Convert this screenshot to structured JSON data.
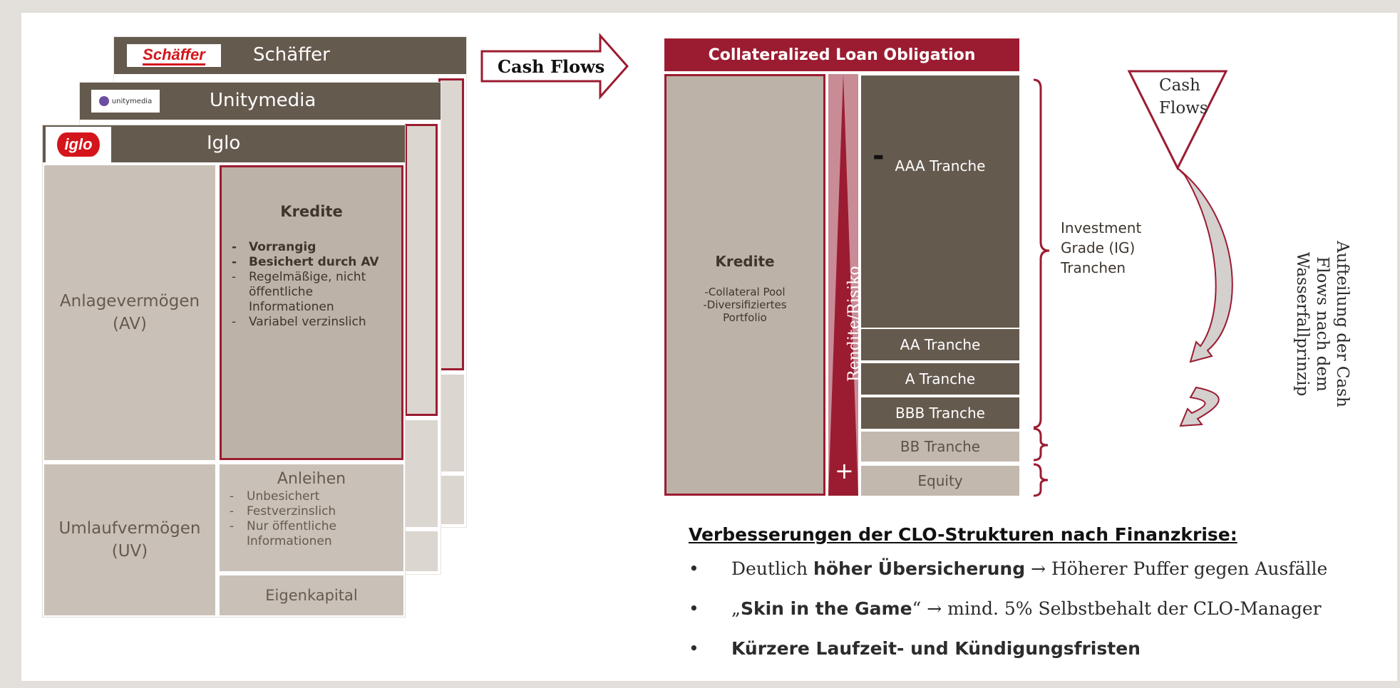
{
  "cards": {
    "schaeffer": {
      "logo": "Schäffer",
      "title": "Schäffer"
    },
    "unitymedia": {
      "logo": "unitymedia",
      "title": "Unitymedia"
    },
    "iglo": {
      "logo": "iglo",
      "title": "Iglo",
      "av_label": "Anlagevermögen (AV)",
      "uv_label": "Umlaufvermögen (UV)",
      "kredite": {
        "title": "Kredite",
        "items": [
          "Vorrangig",
          "Besichert durch AV",
          "Regelmäßige, nicht öffentliche Informationen",
          "Variabel verzinslich"
        ]
      },
      "anleihen": {
        "title": "Anleihen",
        "items": [
          "Unbesichert",
          "Festverzinslich",
          "Nur öffentliche Informationen"
        ]
      },
      "eigenkapital": "Eigenkapital"
    }
  },
  "cash_flows_arrow": "Cash Flows",
  "clo": {
    "title": "Collateralized Loan Obligation",
    "pool": {
      "title": "Kredite",
      "lines": [
        "-Collateral Pool",
        "-Diversifiziertes",
        "Portfolio"
      ]
    },
    "risk_bar": {
      "label": "Rendite/Risiko",
      "minus": "-",
      "plus": "+"
    },
    "tranches": [
      "AAA Tranche",
      "AA Tranche",
      "A Tranche",
      "BBB Tranche",
      "BB Tranche",
      "Equity"
    ],
    "ig_label": "Investment Grade (IG) Tranchen"
  },
  "waterfall": {
    "funnel_label": "Cash Flows",
    "vertical_label": "Aufteilung der Cash Flows nach dem Wasserfallprinzip"
  },
  "improvements": {
    "heading": "Verbesserungen der CLO-Strukturen nach Finanzkrise:",
    "bullet_char": "•",
    "b1": {
      "pre": "Deutlich ",
      "bold": "höher Übersicherung",
      "arrow": " → ",
      "post": "Höherer Puffer gegen Ausfälle"
    },
    "b2": {
      "pre": "„",
      "bold": "Skin in the Game",
      "mid": "“",
      "arrow": " → ",
      "post": "mind. 5% Selbstbehalt der CLO-Manager"
    },
    "b3": {
      "bold": "Kürzere Laufzeit- und Kündigungsfristen"
    }
  },
  "colors": {
    "dark_red": "#9b1c31",
    "taupe_dark": "#655a4e",
    "taupe_light": "#c9c1b8",
    "background": "#e3e0dc"
  }
}
